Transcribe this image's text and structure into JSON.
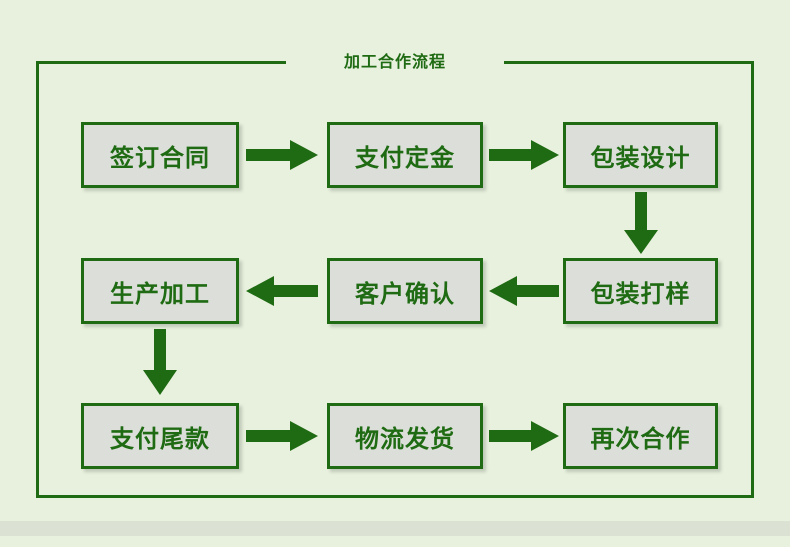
{
  "page": {
    "title": "加工合作流程",
    "background_color": "#e8f1de",
    "accent_color": "#1f6b13",
    "node_fill_color": "#dcdfd9"
  },
  "chart_data": {
    "type": "diagram",
    "diagram_kind": "flowchart",
    "title": "加工合作流程",
    "flow_direction": "boustrophedon (row1 left-to-right, row2 right-to-left, row3 left-to-right)",
    "nodes": [
      {
        "id": "n1",
        "label": "签订合同",
        "row": 1,
        "col": 1
      },
      {
        "id": "n2",
        "label": "支付定金",
        "row": 1,
        "col": 2
      },
      {
        "id": "n3",
        "label": "包装设计",
        "row": 1,
        "col": 3
      },
      {
        "id": "n4",
        "label": "包装打样",
        "row": 2,
        "col": 3
      },
      {
        "id": "n5",
        "label": "客户确认",
        "row": 2,
        "col": 2
      },
      {
        "id": "n6",
        "label": "生产加工",
        "row": 2,
        "col": 1
      },
      {
        "id": "n7",
        "label": "支付尾款",
        "row": 3,
        "col": 1
      },
      {
        "id": "n8",
        "label": "物流发货",
        "row": 3,
        "col": 2
      },
      {
        "id": "n9",
        "label": "再次合作",
        "row": 3,
        "col": 3
      }
    ],
    "edges": [
      {
        "from": "n1",
        "to": "n2",
        "direction": "right"
      },
      {
        "from": "n2",
        "to": "n3",
        "direction": "right"
      },
      {
        "from": "n3",
        "to": "n4",
        "direction": "down"
      },
      {
        "from": "n4",
        "to": "n5",
        "direction": "left"
      },
      {
        "from": "n5",
        "to": "n6",
        "direction": "left"
      },
      {
        "from": "n6",
        "to": "n7",
        "direction": "down"
      },
      {
        "from": "n7",
        "to": "n8",
        "direction": "right"
      },
      {
        "from": "n8",
        "to": "n9",
        "direction": "right"
      }
    ]
  }
}
